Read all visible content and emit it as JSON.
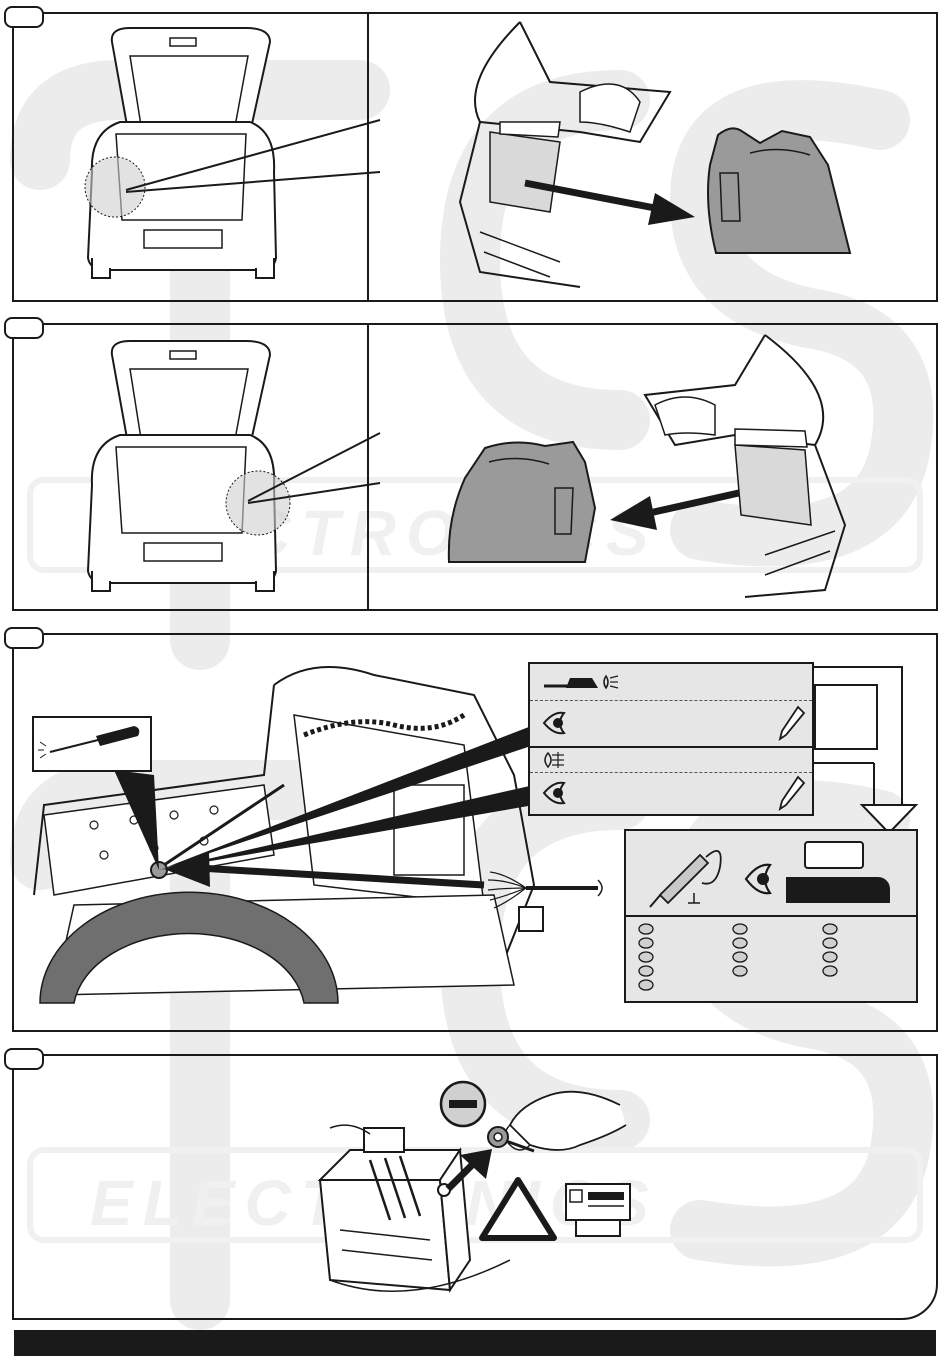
{
  "document": {
    "brand_watermark": "ELECTRONICS",
    "brand_logo_letters": "TCS",
    "steps": [
      {
        "id": "step-1",
        "label": ""
      },
      {
        "id": "step-2",
        "label": ""
      },
      {
        "id": "step-3",
        "label": ""
      },
      {
        "id": "step-4",
        "label": ""
      }
    ],
    "icons": {
      "driving-light": "headlight-icon",
      "inspect": "eye-icon",
      "mark": "pen-icon",
      "fog-light": "fog-lamp-icon",
      "tester": "circuit-tester-icon",
      "screwdriver": "screwdriver-icon",
      "battery": "battery-icon",
      "negative-terminal": "minus-icon",
      "warning": "warning-triangle-icon",
      "radio": "radio-code-icon"
    },
    "colors": {
      "line": "#1a1a1a",
      "trim_fill": "#9a9a9a",
      "wheel_arch": "#6f6f6f",
      "panel_bg": "#e6e6e6",
      "watermark": "#e9e9e9"
    }
  }
}
